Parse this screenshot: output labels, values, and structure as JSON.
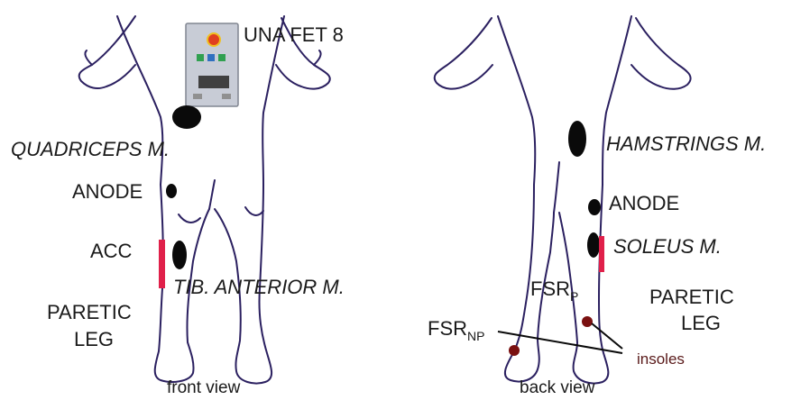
{
  "labels": {
    "device": "UNA FET 8",
    "quadriceps": "QUADRICEPS M.",
    "anode_front": "ANODE",
    "acc": "ACC",
    "tib_anterior": "TIB. ANTERIOR M.",
    "paretic_front_1": "PARETIC",
    "paretic_front_2": "LEG",
    "front_view": "front view",
    "hamstrings": "HAMSTRINGS M.",
    "anode_back": "ANODE",
    "soleus": "SOLEUS M.",
    "fsr_p_main": "FSR",
    "fsr_p_sub": "P",
    "paretic_back_1": "PARETIC",
    "paretic_back_2": "LEG",
    "fsr_np_main": "FSR",
    "fsr_np_sub": "NP",
    "insoles": "insoles",
    "back_view": "back view"
  },
  "colors": {
    "outline": "#2b2060",
    "electrode": "#0a0a0a",
    "sensor_red": "#e0204a",
    "fsr_dot": "#7a1010",
    "insoles_text": "#5a1a1a",
    "device_body": "#c8ccd6"
  }
}
